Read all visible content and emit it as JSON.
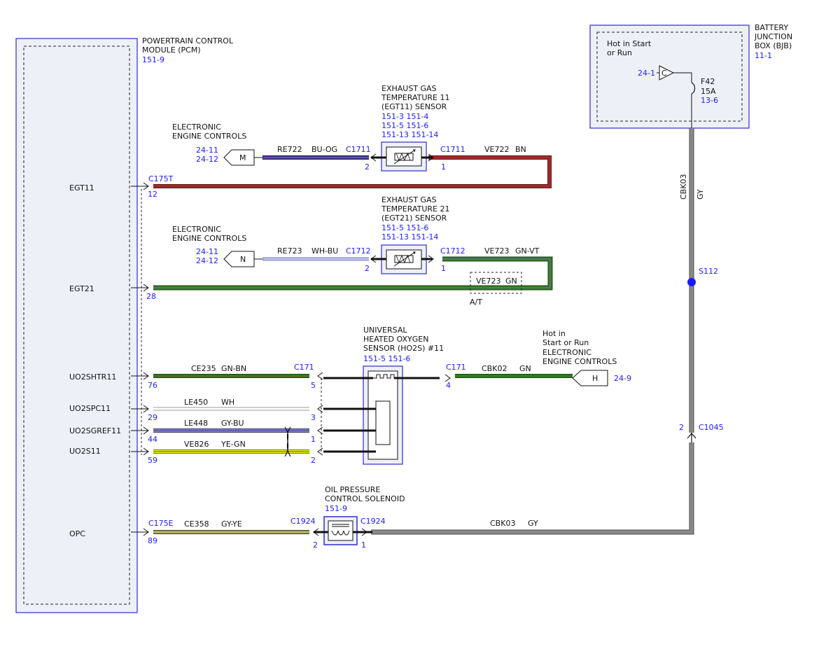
{
  "colors": {
    "ref": "#1a1aff",
    "frame": "#2b2bd6",
    "bn": "#a32a2a",
    "gn": "#2f7d1f",
    "gy": "#8a8a8a",
    "bu": "#2f2fa8",
    "og": "#e07a20",
    "wh": "#ffffff",
    "ye": "#f0f000",
    "vt": "#8a5fc4",
    "splice": "#1a1aff"
  },
  "pcm": {
    "title_line1": "POWERTRAIN CONTROL",
    "title_line2": "MODULE (PCM)",
    "ref": "151-9",
    "pins": {
      "egt11": "EGT11",
      "egt21": "EGT21",
      "uo2shtr11": "UO2SHTR11",
      "uo2spc11": "UO2SPC11",
      "uo2sgref11": "UO2SGREF11",
      "uo2s11": "UO2S11",
      "opc": "OPC"
    }
  },
  "bjb": {
    "title_line1": "BATTERY",
    "title_line2": "JUNCTION",
    "title_line3": "BOX (BJB)",
    "ref": "11-1",
    "hot_line1": "Hot in Start",
    "hot_line2": "or Run",
    "term_ref": "24-1",
    "term_letter": "C",
    "fuse": "F42",
    "fuse_rating": "15A",
    "fuse_ref": "13-6"
  },
  "egt11": {
    "title_line1": "EXHAUST GAS",
    "title_line2": "TEMPERATURE 11",
    "title_line3": "(EGT11) SENSOR",
    "refs_line1": "151-3   151-4",
    "refs_line2": "151-5   151-6",
    "refs_line3": "151-13   151-14",
    "conn_left": "C1711",
    "conn_right": "C1711",
    "pin_left": "2",
    "pin_right": "1"
  },
  "egt21": {
    "title_line1": "EXHAUST GAS",
    "title_line2": "TEMPERATURE 21",
    "title_line3": "(EGT21) SENSOR",
    "refs_line1": "151-5   151-6",
    "refs_line2": "151-13   151-14",
    "conn_left": "C1712",
    "conn_right": "C1712",
    "pin_left": "2",
    "pin_right": "1",
    "option_circuit": "VE723",
    "option_color": "GN",
    "option_label": "A/T"
  },
  "eec_m": {
    "title_line1": "ELECTRONIC",
    "title_line2": "ENGINE CONTROLS",
    "ref1": "24-11",
    "ref2": "24-12",
    "letter": "M"
  },
  "eec_n": {
    "title_line1": "ELECTRONIC",
    "title_line2": "ENGINE CONTROLS",
    "ref1": "24-11",
    "ref2": "24-12",
    "letter": "N"
  },
  "eec_h": {
    "hot_line1": "Hot in",
    "hot_line2": "Start or Run",
    "title_line1": "ELECTRONIC",
    "title_line2": "ENGINE CONTROLS",
    "letter": "H",
    "ref": "24-9"
  },
  "ho2s": {
    "title_line1": "UNIVERSAL",
    "title_line2": "HEATED OXYGEN",
    "title_line3": "SENSOR (HO2S) #11",
    "refs": "151-5   151-6",
    "conn_left": "C171",
    "conn_right": "C171",
    "pin_right": "4"
  },
  "ops": {
    "title_line1": "OIL PRESSURE",
    "title_line2": "CONTROL SOLENOID",
    "ref": "151-9",
    "conn_left": "C1924",
    "conn_right": "C1924",
    "pin_left": "2",
    "pin_right": "1"
  },
  "connectors": {
    "c175t": "C175T",
    "c175e": "C175E",
    "c1045": "C1045",
    "c1045_pin": "2",
    "s112": "S112"
  },
  "wires": {
    "re722": {
      "circuit": "RE722",
      "color": "BU-OG"
    },
    "ve722": {
      "circuit": "VE722",
      "color": "BN",
      "pcm_pin": "12"
    },
    "re723": {
      "circuit": "RE723",
      "color": "WH-BU"
    },
    "ve723": {
      "circuit": "VE723",
      "color": "GN-VT",
      "pcm_pin": "28"
    },
    "ce235": {
      "circuit": "CE235",
      "color": "GN-BN",
      "pcm_pin": "76",
      "c171_pin": "5"
    },
    "le450": {
      "circuit": "LE450",
      "color": "WH",
      "pcm_pin": "29",
      "c171_pin": "3"
    },
    "le448": {
      "circuit": "LE448",
      "color": "GY-BU",
      "pcm_pin": "44",
      "c171_pin": "1"
    },
    "ve826": {
      "circuit": "VE826",
      "color": "YE-GN",
      "pcm_pin": "59",
      "c171_pin": "2"
    },
    "cbk02": {
      "circuit": "CBK02",
      "color": "GN"
    },
    "ce358": {
      "circuit": "CE358",
      "color": "GY-YE",
      "pcm_pin": "89"
    },
    "cbk03": {
      "circuit": "CBK03",
      "color": "GY"
    },
    "cbk03_vert": {
      "circuit": "CBK03",
      "color": "GY"
    }
  }
}
